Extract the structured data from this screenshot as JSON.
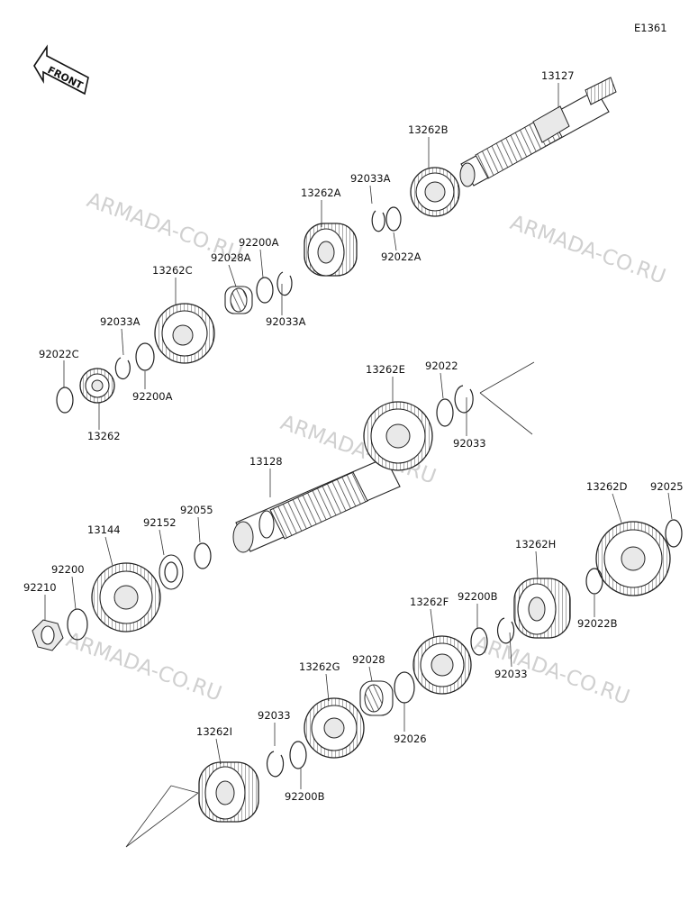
{
  "diagram": {
    "code": "E1361",
    "front_label": "FRONT",
    "watermark": "ARMADA-CO.RU"
  },
  "parts": [
    {
      "id": "13127"
    },
    {
      "id": "13262B"
    },
    {
      "id": "92033A_top"
    },
    {
      "id": "13262A"
    },
    {
      "id": "92022A"
    },
    {
      "id": "92200A_top"
    },
    {
      "id": "92028A"
    },
    {
      "id": "92033A_mid"
    },
    {
      "id": "13262C"
    },
    {
      "id": "92033A_left"
    },
    {
      "id": "92022C"
    },
    {
      "id": "92200A_left"
    },
    {
      "id": "13262"
    },
    {
      "id": "13262E"
    },
    {
      "id": "92022"
    },
    {
      "id": "92033_right"
    },
    {
      "id": "13128"
    },
    {
      "id": "13144"
    },
    {
      "id": "92152"
    },
    {
      "id": "92055"
    },
    {
      "id": "92200"
    },
    {
      "id": "92210"
    },
    {
      "id": "13262D"
    },
    {
      "id": "92025"
    },
    {
      "id": "13262H"
    },
    {
      "id": "92022B"
    },
    {
      "id": "13262F"
    },
    {
      "id": "92200B_mid"
    },
    {
      "id": "92033_mid"
    },
    {
      "id": "92028"
    },
    {
      "id": "92026"
    },
    {
      "id": "13262G"
    },
    {
      "id": "92033_low"
    },
    {
      "id": "92200B_low"
    },
    {
      "id": "13262I"
    }
  ],
  "labels": {
    "l_13127": "13127",
    "l_13262B": "13262B",
    "l_92033A_a": "92033A",
    "l_13262A": "13262A",
    "l_92022A": "92022A",
    "l_92200A_a": "92200A",
    "l_92028A": "92028A",
    "l_92033A_b": "92033A",
    "l_13262C": "13262C",
    "l_92033A_c": "92033A",
    "l_92022C": "92022C",
    "l_92200A_b": "92200A",
    "l_13262": "13262",
    "l_13262E": "13262E",
    "l_92022": "92022",
    "l_92033_a": "92033",
    "l_13128": "13128",
    "l_13144": "13144",
    "l_92152": "92152",
    "l_92055": "92055",
    "l_92200": "92200",
    "l_92210": "92210",
    "l_13262D": "13262D",
    "l_92025": "92025",
    "l_13262H": "13262H",
    "l_92022B": "92022B",
    "l_13262F": "13262F",
    "l_92200B_a": "92200B",
    "l_92033_b": "92033",
    "l_92028": "92028",
    "l_92026": "92026",
    "l_13262G": "13262G",
    "l_92033_c": "92033",
    "l_92200B_b": "92200B",
    "l_13262I": "13262I"
  }
}
